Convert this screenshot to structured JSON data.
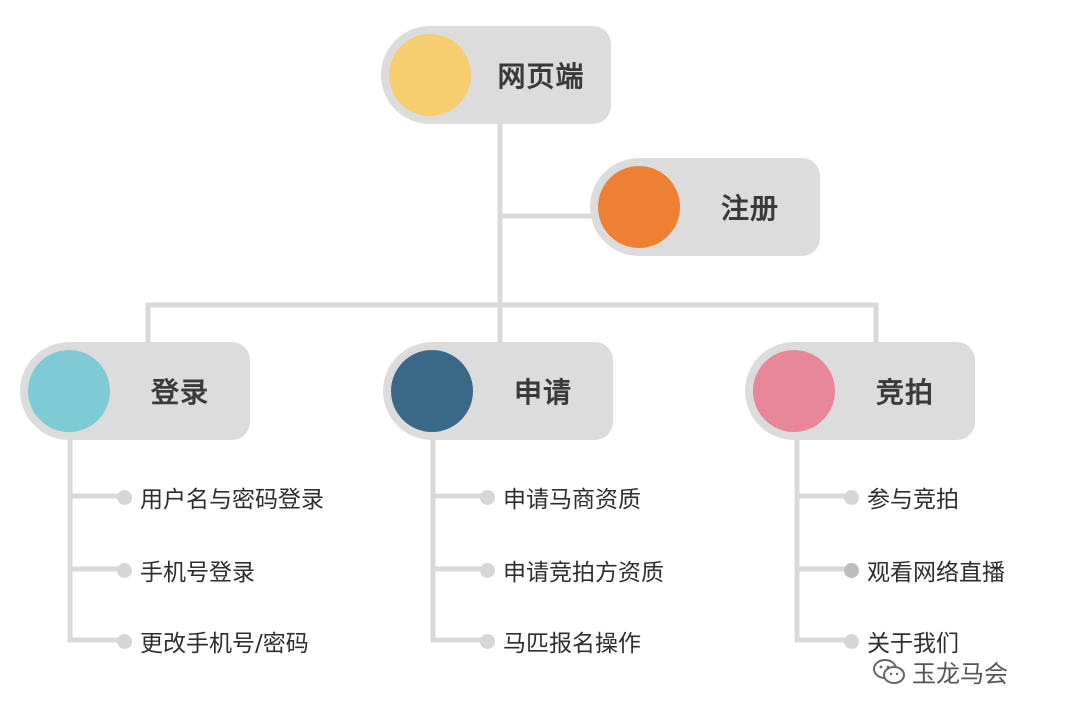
{
  "colors": {
    "line": "#d9d9d9",
    "node_bg": "#dcdcdc",
    "root_circle": "#f6cd6f",
    "register_circle": "#ee8033",
    "login_circle": "#7ecbd6",
    "apply_circle": "#3a6887",
    "bid_circle": "#e88799"
  },
  "root": {
    "label": "网页端"
  },
  "register": {
    "label": "注册"
  },
  "branches": [
    {
      "label": "登录",
      "items": [
        "用户名与密码登录",
        "手机号登录",
        "更改手机号/密码"
      ]
    },
    {
      "label": "申请",
      "items": [
        "申请马商资质",
        "申请竞拍方资质",
        "马匹报名操作"
      ]
    },
    {
      "label": "竞拍",
      "items": [
        "参与竞拍",
        "观看网络直播",
        "关于我们"
      ]
    }
  ],
  "watermark": {
    "icon": "wechat-icon",
    "text": "玉龙马会"
  }
}
